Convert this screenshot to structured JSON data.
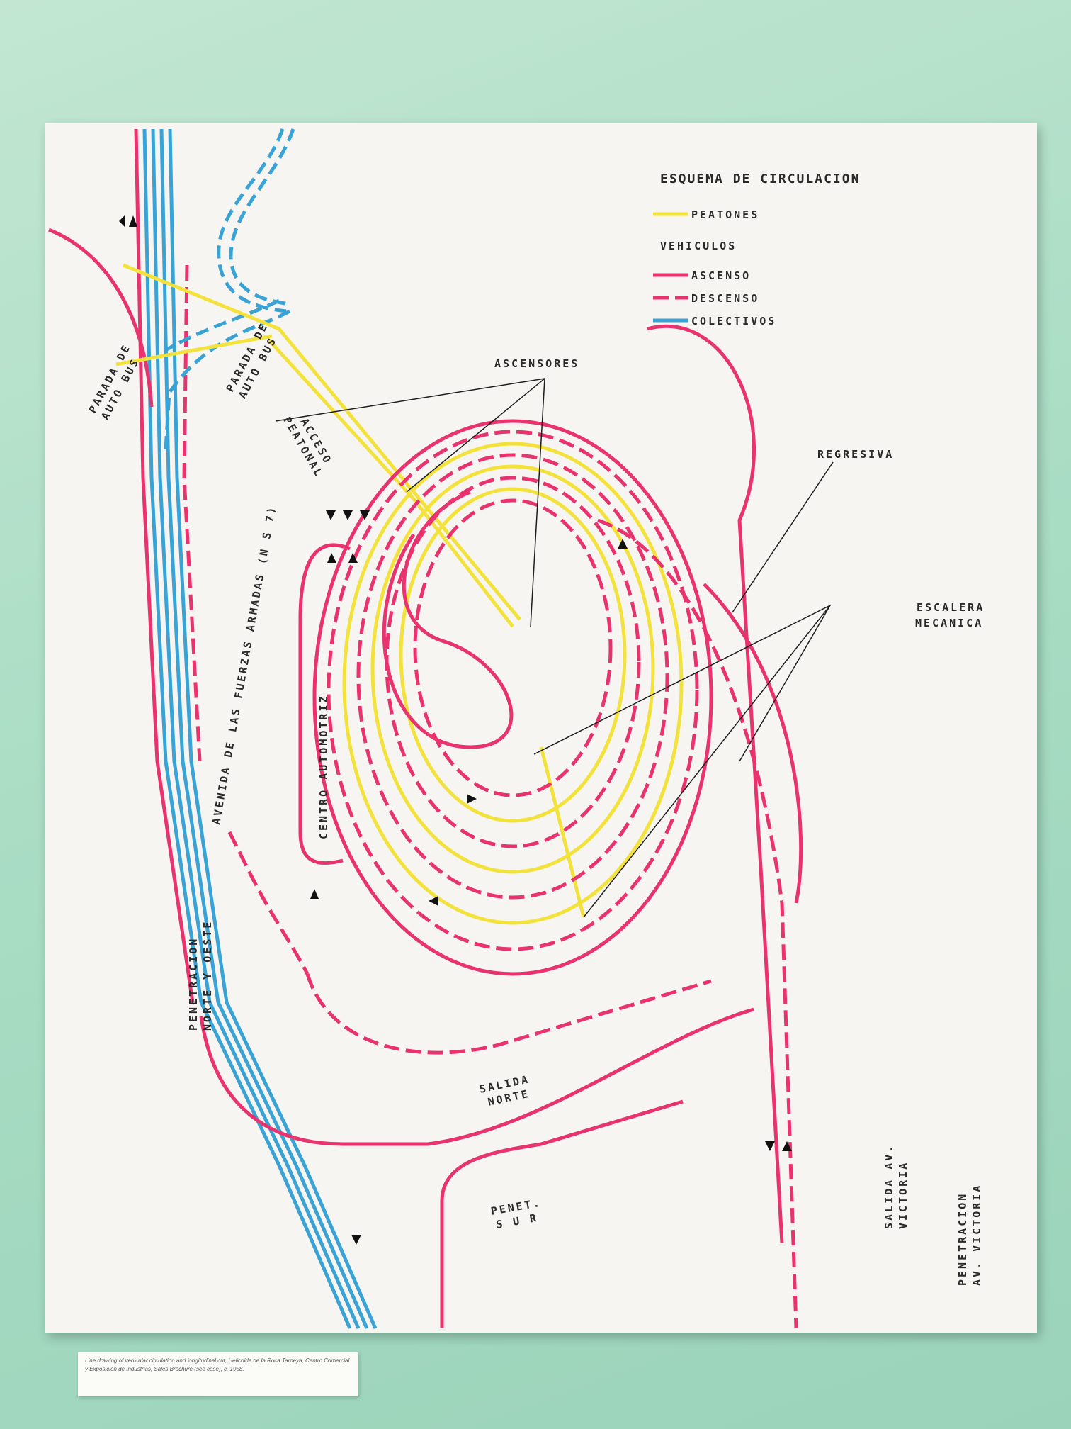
{
  "legend": {
    "title": "ESQUEMA DE CIRCULACION",
    "peatones": "PEATONES",
    "vehiculos": "VEHICULOS",
    "ascenso": "ASCENSO",
    "descenso": "DESCENSO",
    "colectivos": "COLECTIVOS",
    "colors": {
      "peatones": "#f4e23c",
      "ascenso": "#e8336e",
      "descenso": "#e8336e",
      "colectivos": "#3aa3d6"
    }
  },
  "labels": {
    "ascensores": "ASCENSORES",
    "regresiva": "REGRESIVA",
    "escalera_1": "ESCALERA",
    "escalera_2": "MECANICA",
    "parada_left_1": "PARADA DE",
    "parada_left_2": "AUTO BUS",
    "parada_mid_1": "PARADA DE",
    "parada_mid_2": "AUTO BUS",
    "acceso_1": "ACCESO",
    "acceso_2": "PEATONAL",
    "avenida": "AVENIDA DE LAS FUERZAS ARMADAS (N S 7)",
    "centro": "CENTRO AUTOMOTRIZ",
    "penetracion_no_1": "PENETRACION",
    "penetracion_no_2": "NORTE Y OESTE",
    "salida_norte_1": "SALIDA",
    "salida_norte_2": "NORTE",
    "penet_sur_1": "PENET.",
    "penet_sur_2": "S U R",
    "salida_av_1": "SALIDA AV.",
    "salida_av_2": "VICTORIA",
    "penetracion_av_1": "PENETRACION",
    "penetracion_av_2": "AV. VICTORIA"
  },
  "caption": "Line drawing of vehicular circulation and longitudinal cut, Helicoide de la Roca Tarpeya, Centro Comercial y Exposición de Industrias, Sales Brochure (see case), c. 1958."
}
